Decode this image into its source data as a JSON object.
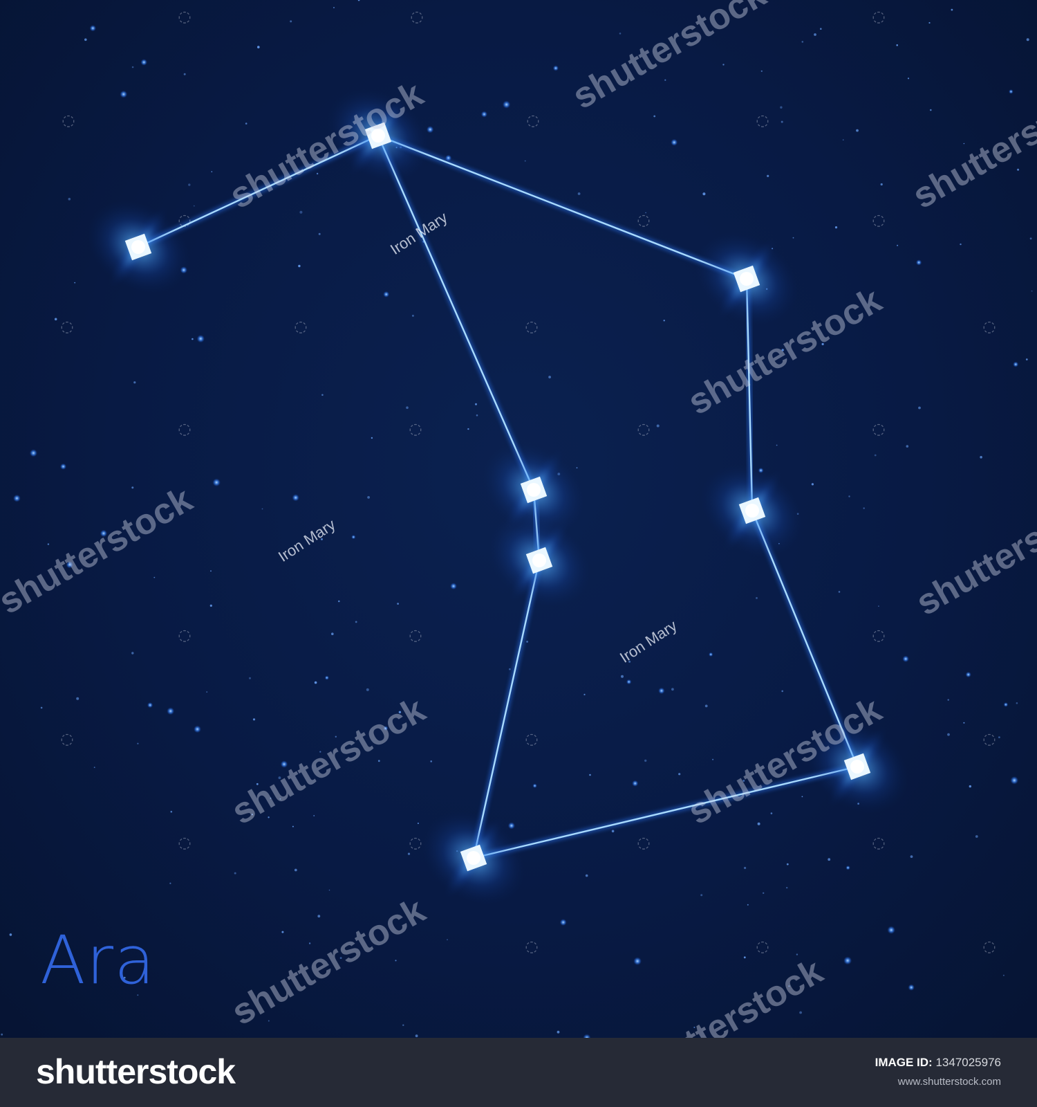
{
  "title": "Ara",
  "credit_text": "Iron Mary",
  "watermark_text": "shutterstock",
  "footer": {
    "brand": "shutterstock",
    "image_id_label": "IMAGE ID:",
    "image_id_value": "1347025976",
    "site": "www.shutterstock.com"
  },
  "colors": {
    "sky": "#081a44",
    "star_glow": "#4a9dff",
    "line": "#9fd4ff",
    "title": "#2f62d9",
    "footer_bg": "#262a36"
  }
}
